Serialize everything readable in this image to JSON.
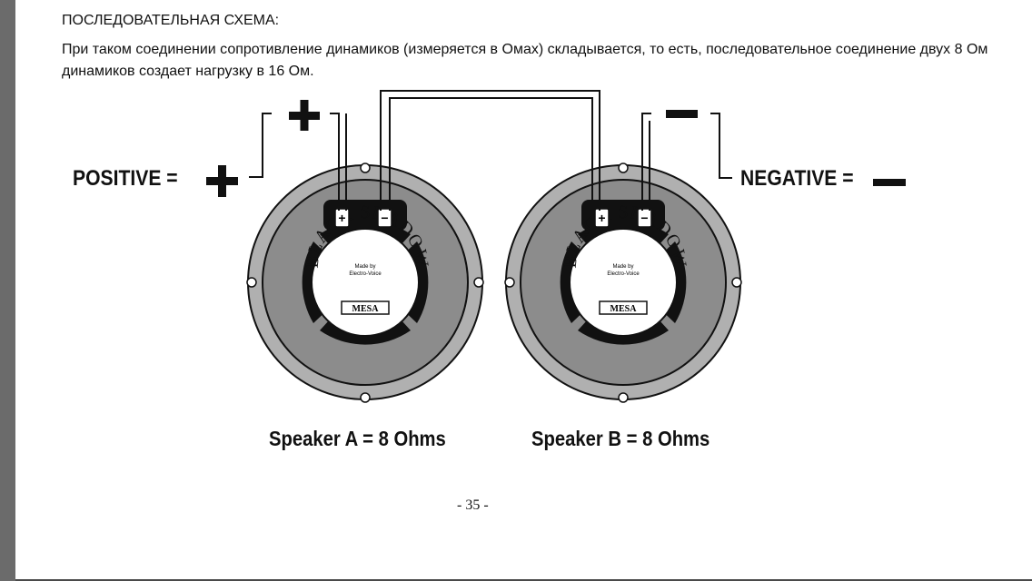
{
  "document": {
    "heading": "ПОСЛЕДОВАТЕЛЬНАЯ СХЕМА:",
    "paragraph": "При таком соединении сопротивление динамиков (измеряется в Омах) складывается, то есть, последовательное соединение двух 8 Ом динамиков создает нагрузку в 16 Ом.",
    "page_number": "- 35 -"
  },
  "diagram": {
    "positive_label": "POSITIVE =",
    "negative_label": "NEGATIVE =",
    "speakers": [
      {
        "caption": "Speaker A = 8 Ohms",
        "brand_top": "BLACK SHADOW",
        "made_by": [
          "Made by",
          "Electro-Voice"
        ],
        "badge": "MESA",
        "terminal_plus": "+",
        "terminal_minus": "−"
      },
      {
        "caption": "Speaker B = 8 Ohms",
        "brand_top": "BLACK SHADOW",
        "made_by": [
          "Made by",
          "Electro-Voice"
        ],
        "badge": "MESA",
        "terminal_plus": "+",
        "terminal_minus": "−"
      }
    ]
  },
  "colors": {
    "page": "#ffffff",
    "gutter": "#6b6b6b",
    "speaker_rim": "#b0b0b0",
    "speaker_cone": "#8c8c8c",
    "ink": "#111111"
  },
  "icons": [
    "plus-sign-icon",
    "minus-sign-icon"
  ]
}
